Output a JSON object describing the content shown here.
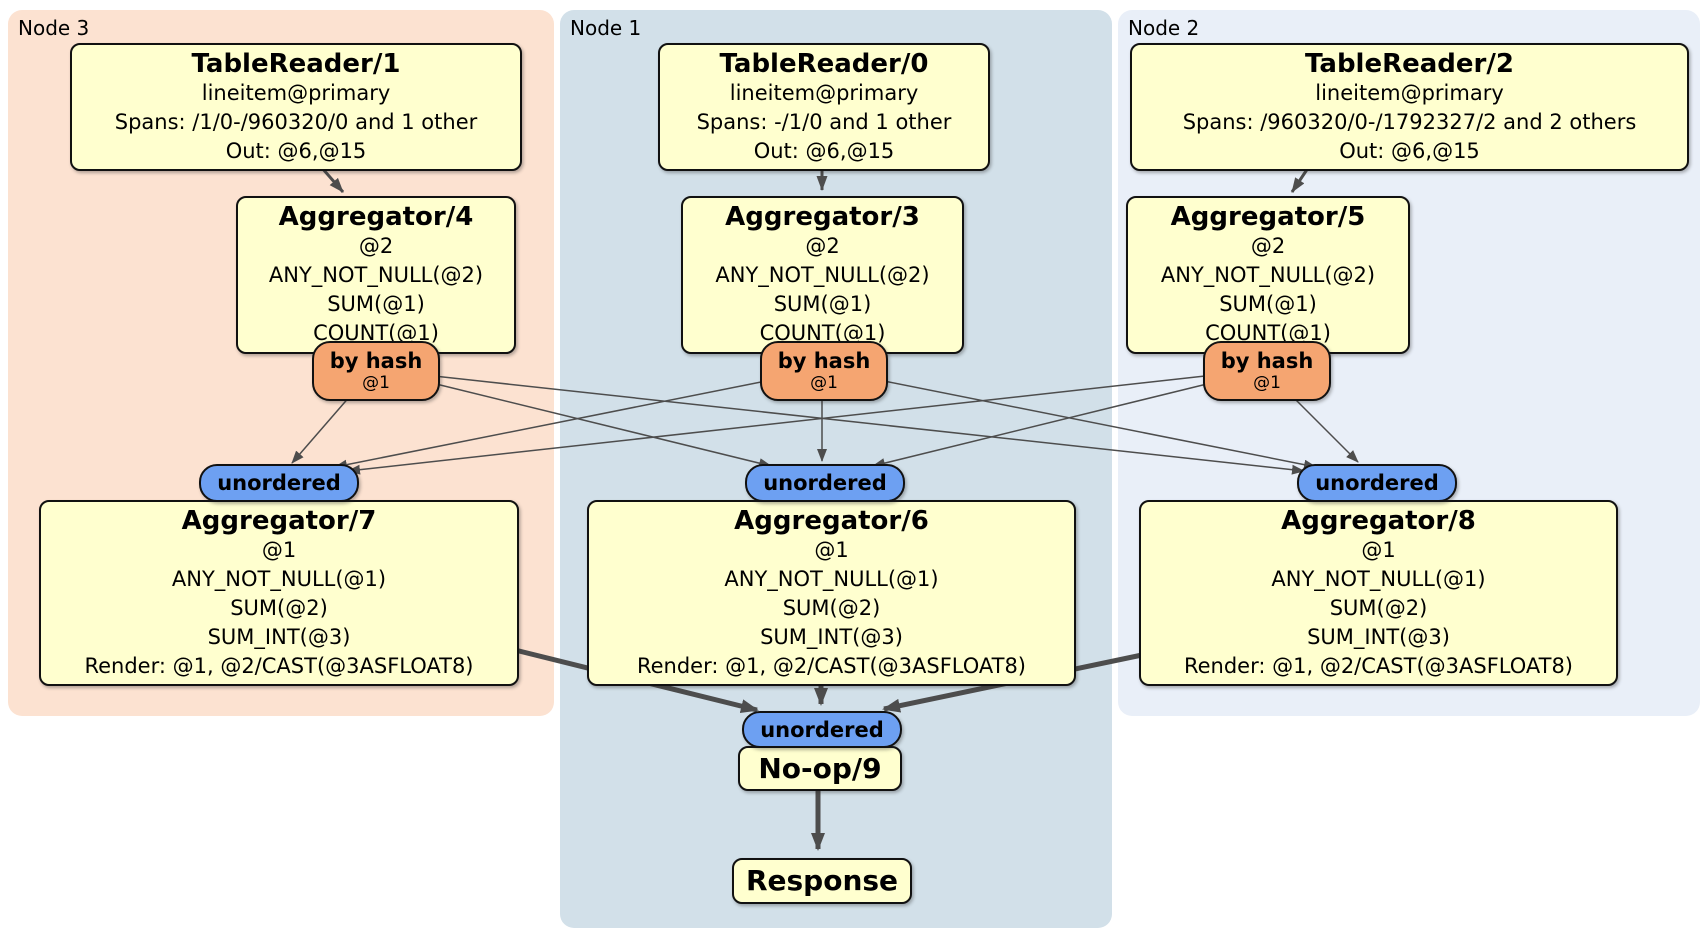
{
  "regions": {
    "node3": {
      "label": "Node 3",
      "bg": "#fce2d1"
    },
    "node1": {
      "label": "Node 1",
      "bg": "#d2e0e9"
    },
    "node2": {
      "label": "Node 2",
      "bg": "#e9eff8"
    }
  },
  "operators": {
    "tr1": {
      "title": "TableReader/1",
      "line1": "lineitem@primary",
      "line2": "Spans: /1/0-/960320/0 and 1 other",
      "line3": "Out: @6,@15"
    },
    "tr0": {
      "title": "TableReader/0",
      "line1": "lineitem@primary",
      "line2": "Spans: -/1/0 and 1 other",
      "line3": "Out: @6,@15"
    },
    "tr2": {
      "title": "TableReader/2",
      "line1": "lineitem@primary",
      "line2": "Spans: /960320/0-/1792327/2 and 2 others",
      "line3": "Out: @6,@15"
    },
    "agg4": {
      "title": "Aggregator/4",
      "line1": "@2",
      "line2": "ANY_NOT_NULL(@2)",
      "line3": "SUM(@1)",
      "line4": "COUNT(@1)"
    },
    "agg3": {
      "title": "Aggregator/3",
      "line1": "@2",
      "line2": "ANY_NOT_NULL(@2)",
      "line3": "SUM(@1)",
      "line4": "COUNT(@1)"
    },
    "agg5": {
      "title": "Aggregator/5",
      "line1": "@2",
      "line2": "ANY_NOT_NULL(@2)",
      "line3": "SUM(@1)",
      "line4": "COUNT(@1)"
    },
    "agg7": {
      "title": "Aggregator/7",
      "line1": "@1",
      "line2": "ANY_NOT_NULL(@1)",
      "line3": "SUM(@2)",
      "line4": "SUM_INT(@3)",
      "line5": "Render: @1, @2/CAST(@3ASFLOAT8)"
    },
    "agg6": {
      "title": "Aggregator/6",
      "line1": "@1",
      "line2": "ANY_NOT_NULL(@1)",
      "line3": "SUM(@2)",
      "line4": "SUM_INT(@3)",
      "line5": "Render: @1, @2/CAST(@3ASFLOAT8)"
    },
    "agg8": {
      "title": "Aggregator/8",
      "line1": "@1",
      "line2": "ANY_NOT_NULL(@1)",
      "line3": "SUM(@2)",
      "line4": "SUM_INT(@3)",
      "line5": "Render: @1, @2/CAST(@3ASFLOAT8)"
    },
    "noop": {
      "title": "No-op/9"
    },
    "response": {
      "title": "Response"
    }
  },
  "routers": {
    "hash3": {
      "label": "by hash",
      "sub": "@1"
    },
    "hash1": {
      "label": "by hash",
      "sub": "@1"
    },
    "hash2": {
      "label": "by hash",
      "sub": "@1"
    }
  },
  "syncs": {
    "un3": {
      "label": "unordered"
    },
    "un1": {
      "label": "unordered"
    },
    "un2": {
      "label": "unordered"
    },
    "unfinal": {
      "label": "unordered"
    }
  },
  "edges": [
    {
      "from": "TableReader/1",
      "to": "Aggregator/4"
    },
    {
      "from": "TableReader/0",
      "to": "Aggregator/3"
    },
    {
      "from": "TableReader/2",
      "to": "Aggregator/5"
    },
    {
      "from": "by hash @1 (Node 3)",
      "to": "unordered (Node 3)"
    },
    {
      "from": "by hash @1 (Node 3)",
      "to": "unordered (Node 1)"
    },
    {
      "from": "by hash @1 (Node 3)",
      "to": "unordered (Node 2)"
    },
    {
      "from": "by hash @1 (Node 1)",
      "to": "unordered (Node 3)"
    },
    {
      "from": "by hash @1 (Node 1)",
      "to": "unordered (Node 1)"
    },
    {
      "from": "by hash @1 (Node 1)",
      "to": "unordered (Node 2)"
    },
    {
      "from": "by hash @1 (Node 2)",
      "to": "unordered (Node 3)"
    },
    {
      "from": "by hash @1 (Node 2)",
      "to": "unordered (Node 1)"
    },
    {
      "from": "by hash @1 (Node 2)",
      "to": "unordered (Node 2)"
    },
    {
      "from": "Aggregator/7",
      "to": "unordered (final)"
    },
    {
      "from": "Aggregator/6",
      "to": "unordered (final)"
    },
    {
      "from": "Aggregator/8",
      "to": "unordered (final)"
    },
    {
      "from": "No-op/9",
      "to": "Response"
    }
  ],
  "colors": {
    "operator_fill": "#ffffcf",
    "router_fill": "#f5a571",
    "sync_fill": "#6da0f2",
    "edge": "#4d4d4d",
    "node3_bg": "#fce2d1",
    "node1_bg": "#d2e0e9",
    "node2_bg": "#e9eff8"
  }
}
